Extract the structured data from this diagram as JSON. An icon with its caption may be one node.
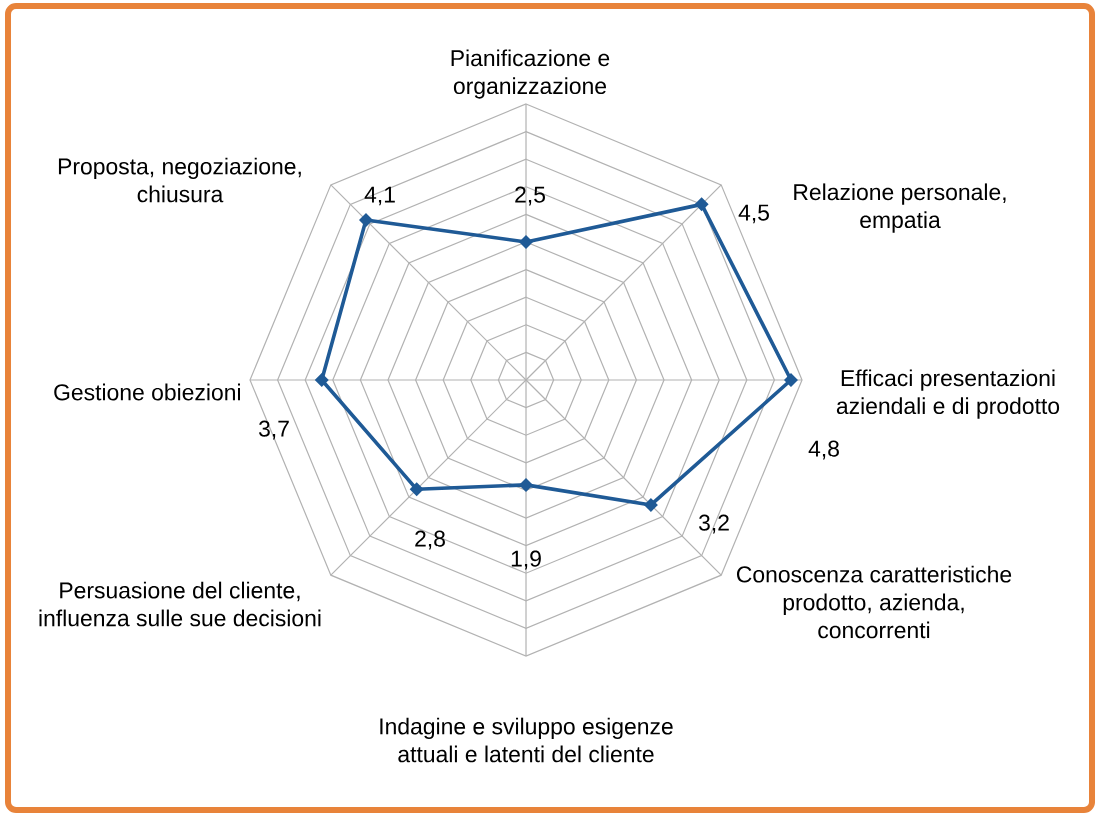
{
  "diagram": {
    "labels": [
      "Pianificazione e organizzazione",
      "Relazione personale, empatia",
      "Efficaci presentazioni aziendali e di prodotto",
      "Conoscenza caratteristiche prodotto, azienda, concorrenti",
      "Indagine e sviluppo esigenze attuali e latenti del cliente",
      "Persuasione del cliente, influenza sulle sue decisioni",
      "Gestione obiezioni",
      "Proposta, negoziazione, chiusura",
      "2,5",
      "4,5",
      "4,8",
      "3,2",
      "1,9",
      "2,8",
      "3,7",
      "4,1"
    ]
  }
}
